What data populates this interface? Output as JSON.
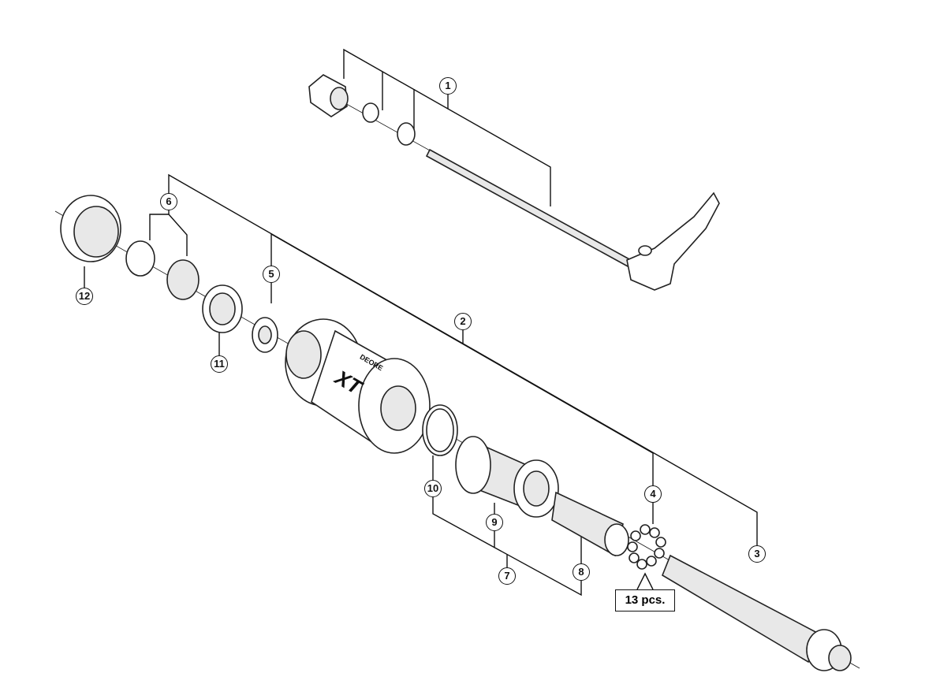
{
  "callouts": [
    "1",
    "2",
    "3",
    "4",
    "5",
    "6",
    "7",
    "8",
    "9",
    "10",
    "11",
    "12"
  ],
  "quantity_label": "13 pcs.",
  "hub_brand": {
    "series": "DEORE",
    "model": "XT"
  }
}
